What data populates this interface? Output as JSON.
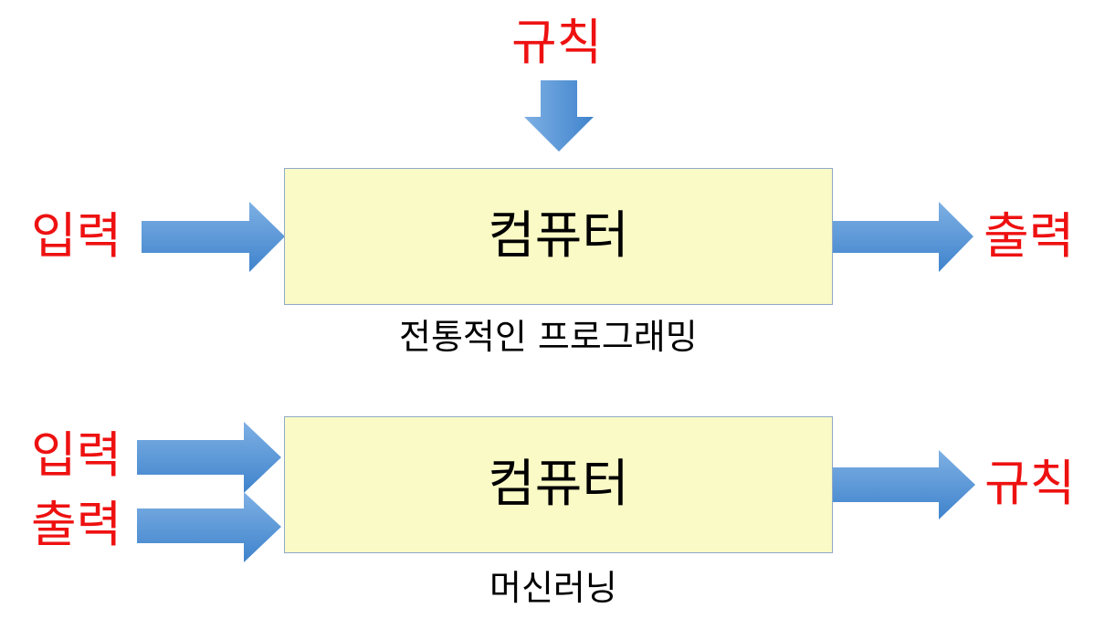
{
  "colors": {
    "label": "#ee1111",
    "box_fill": "#fafac6",
    "box_border": "#8fa9c8",
    "arrow_top": "#7eb0e4",
    "arrow_bottom": "#3f83cc"
  },
  "traditional": {
    "rule_label": "규칙",
    "input_label": "입력",
    "computer_label": "컴퓨터",
    "output_label": "출력",
    "caption": "전통적인 프로그래밍"
  },
  "machine_learning": {
    "input_label": "입력",
    "output_label": "출력",
    "computer_label": "컴퓨터",
    "rule_label": "규칙",
    "caption": "머신러닝"
  }
}
